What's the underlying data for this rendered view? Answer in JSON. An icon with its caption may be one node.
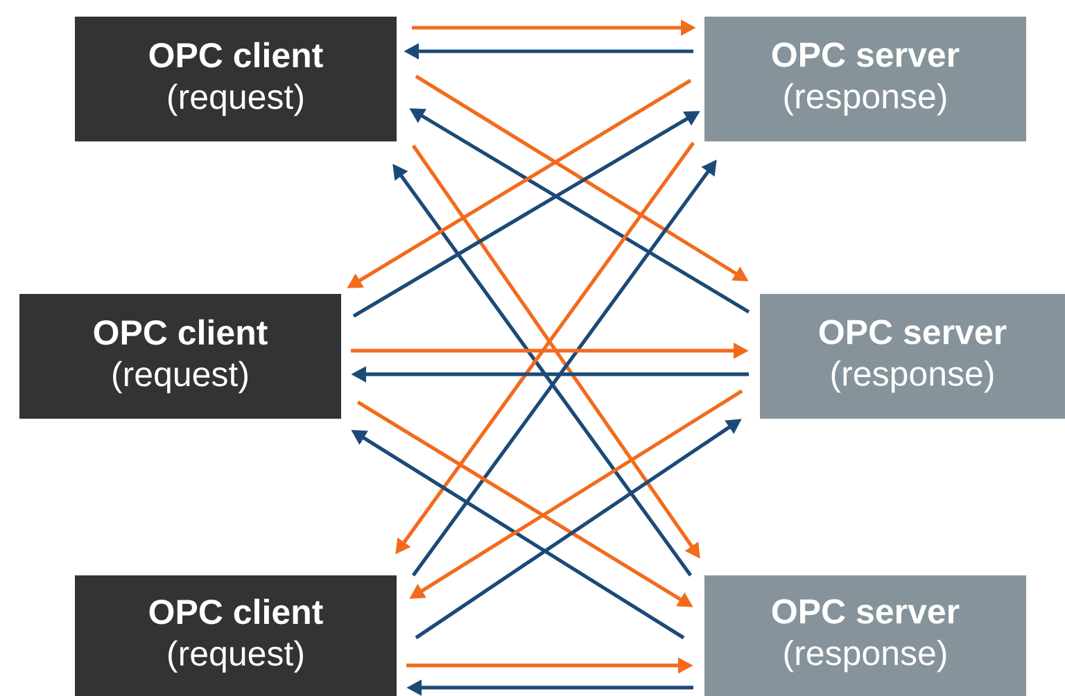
{
  "diagram": {
    "nodes": [
      {
        "text": [
          "OPC client",
          "(request)"
        ]
      },
      {
        "text": [
          "OPC server",
          "(response)"
        ]
      },
      {
        "text": [
          "OPC client",
          "(request)"
        ]
      },
      {
        "text": [
          "OPC server",
          "(response)"
        ]
      },
      {
        "text": [
          "OPC client",
          "(request)"
        ]
      },
      {
        "text": [
          "OPC server",
          "(response)"
        ]
      }
    ],
    "edges": [
      {
        "from": 0,
        "to": 1,
        "arrow": "to",
        "color": "#f26b1d"
      },
      {
        "from": 1,
        "to": 0,
        "arrow": "to",
        "color": "#1c4a78"
      },
      {
        "from": 0,
        "to": 3,
        "arrow": "to",
        "color": "#f26b1d"
      },
      {
        "from": 3,
        "to": 0,
        "arrow": "to",
        "color": "#1c4a78"
      },
      {
        "from": 0,
        "to": 5,
        "arrow": "to",
        "color": "#f26b1d"
      },
      {
        "from": 5,
        "to": 0,
        "arrow": "to",
        "color": "#1c4a78"
      },
      {
        "from": 1,
        "to": 2,
        "arrow": "to",
        "color": "#f26b1d"
      },
      {
        "from": 2,
        "to": 1,
        "arrow": "to",
        "color": "#1c4a78"
      },
      {
        "from": 1,
        "to": 4,
        "arrow": "to",
        "color": "#f26b1d"
      },
      {
        "from": 4,
        "to": 1,
        "arrow": "to",
        "color": "#1c4a78"
      },
      {
        "from": 2,
        "to": 3,
        "arrow": "to",
        "color": "#f26b1d"
      },
      {
        "from": 3,
        "to": 2,
        "arrow": "to",
        "color": "#1c4a78"
      },
      {
        "from": 2,
        "to": 5,
        "arrow": "to",
        "color": "#f26b1d"
      },
      {
        "from": 5,
        "to": 2,
        "arrow": "to",
        "color": "#1c4a78"
      },
      {
        "from": 3,
        "to": 4,
        "arrow": "to",
        "color": "#f26b1d"
      },
      {
        "from": 4,
        "to": 3,
        "arrow": "to",
        "color": "#1c4a78"
      },
      {
        "from": 4,
        "to": 5,
        "arrow": "to",
        "color": "#f26b1d"
      },
      {
        "from": 5,
        "to": 4,
        "arrow": "to",
        "color": "#1c4a78"
      }
    ]
  }
}
